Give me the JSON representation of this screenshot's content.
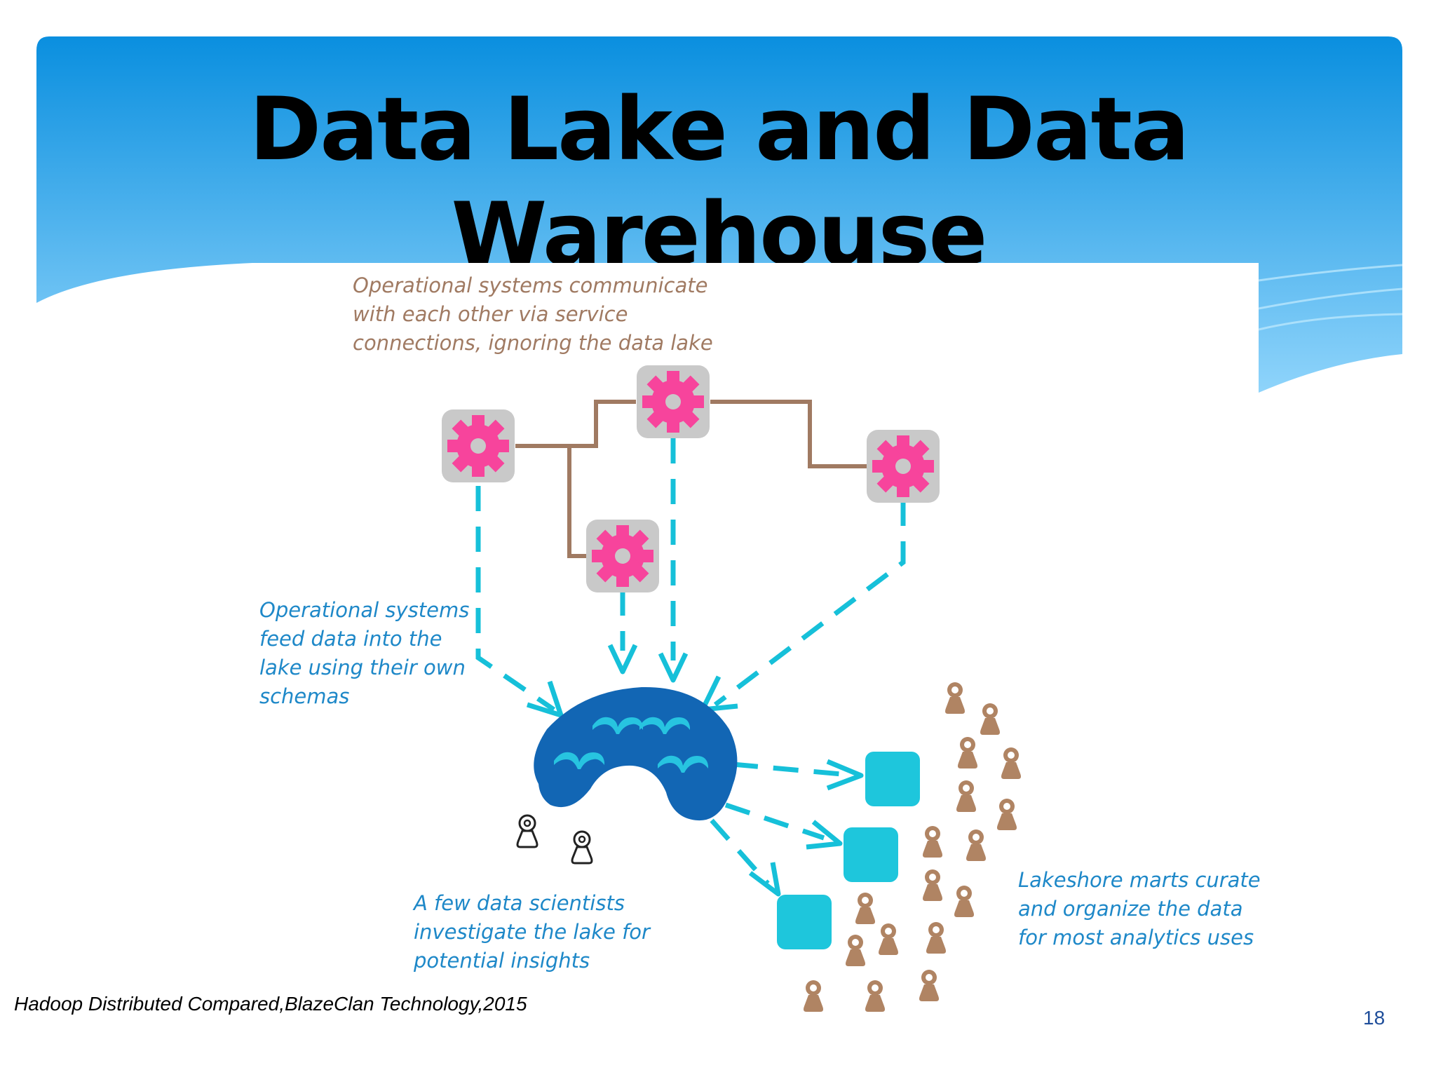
{
  "title": "Data Lake and Data Warehouse",
  "annotations": {
    "operational_comm": "Operational systems communicate\nwith each other via service\nconnections, ignoring the data lake",
    "feed_lake": "Operational systems\nfeed data into the\nlake using their own\nschemas",
    "data_scientists": "A few data scientists\ninvestigate the lake for\npotential insights",
    "lakeshore_marts": "Lakeshore marts curate\nand organize the data\nfor most analytics uses"
  },
  "footer": {
    "citation": "Hadoop Distributed Compared,BlazeClan Technology,2015",
    "slide_number": "18"
  },
  "icons": {
    "operational_system": "gear-icon",
    "data_lake": "lake-icon",
    "mart": "mart-box-icon",
    "person": "person-icon"
  },
  "colors": {
    "banner_top": "#0a8fdf",
    "banner_bottom": "#8fd4fb",
    "gear": "#f7449c",
    "gear_box": "#c9c9c9",
    "service_line": "#a07a62",
    "feed_arrow": "#16c0d9",
    "lake": "#1266b4",
    "lake_wave": "#27c4e0",
    "mart": "#1ec6dc",
    "analyst": "#b08463",
    "scientist": "#ffffff",
    "annotation_blue": "#1e88c8",
    "annotation_brown": "#a07a62"
  }
}
